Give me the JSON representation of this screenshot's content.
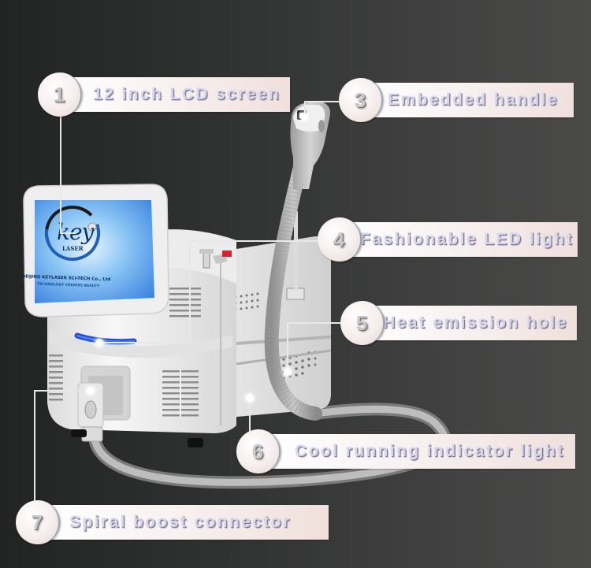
{
  "image": {
    "subject": "Diode laser hair removal machine with touchscreen and handle",
    "background_gradient": [
      "#222424",
      "#4a4a49"
    ]
  },
  "screen": {
    "logo_text": "key",
    "logo_sub": "LASER",
    "company": "BEIJING KEYLASER SCI-TECH Co., Ltd",
    "tagline": "TECHNOLOGY CREATES BEAUTY"
  },
  "callouts": [
    {
      "number": "1",
      "label": "12 inch LCD screen"
    },
    {
      "number": "3",
      "label": "Embedded handle"
    },
    {
      "number": "4",
      "label": "Fashionable LED light"
    },
    {
      "number": "5",
      "label": "Heat emission hole"
    },
    {
      "number": "6",
      "label": "Cool running indicator light"
    },
    {
      "number": "7",
      "label": "Spiral boost connector"
    }
  ],
  "colors": {
    "label_bar_start": "#ffffff",
    "label_bar_end": "#efe0dc",
    "label_text": "#d7d6f0",
    "led_blue": "#1f4fd6",
    "screen_blue": "#5aa8ee",
    "device_white": "#f2f2f2",
    "trigger_red": "#d8232a"
  }
}
